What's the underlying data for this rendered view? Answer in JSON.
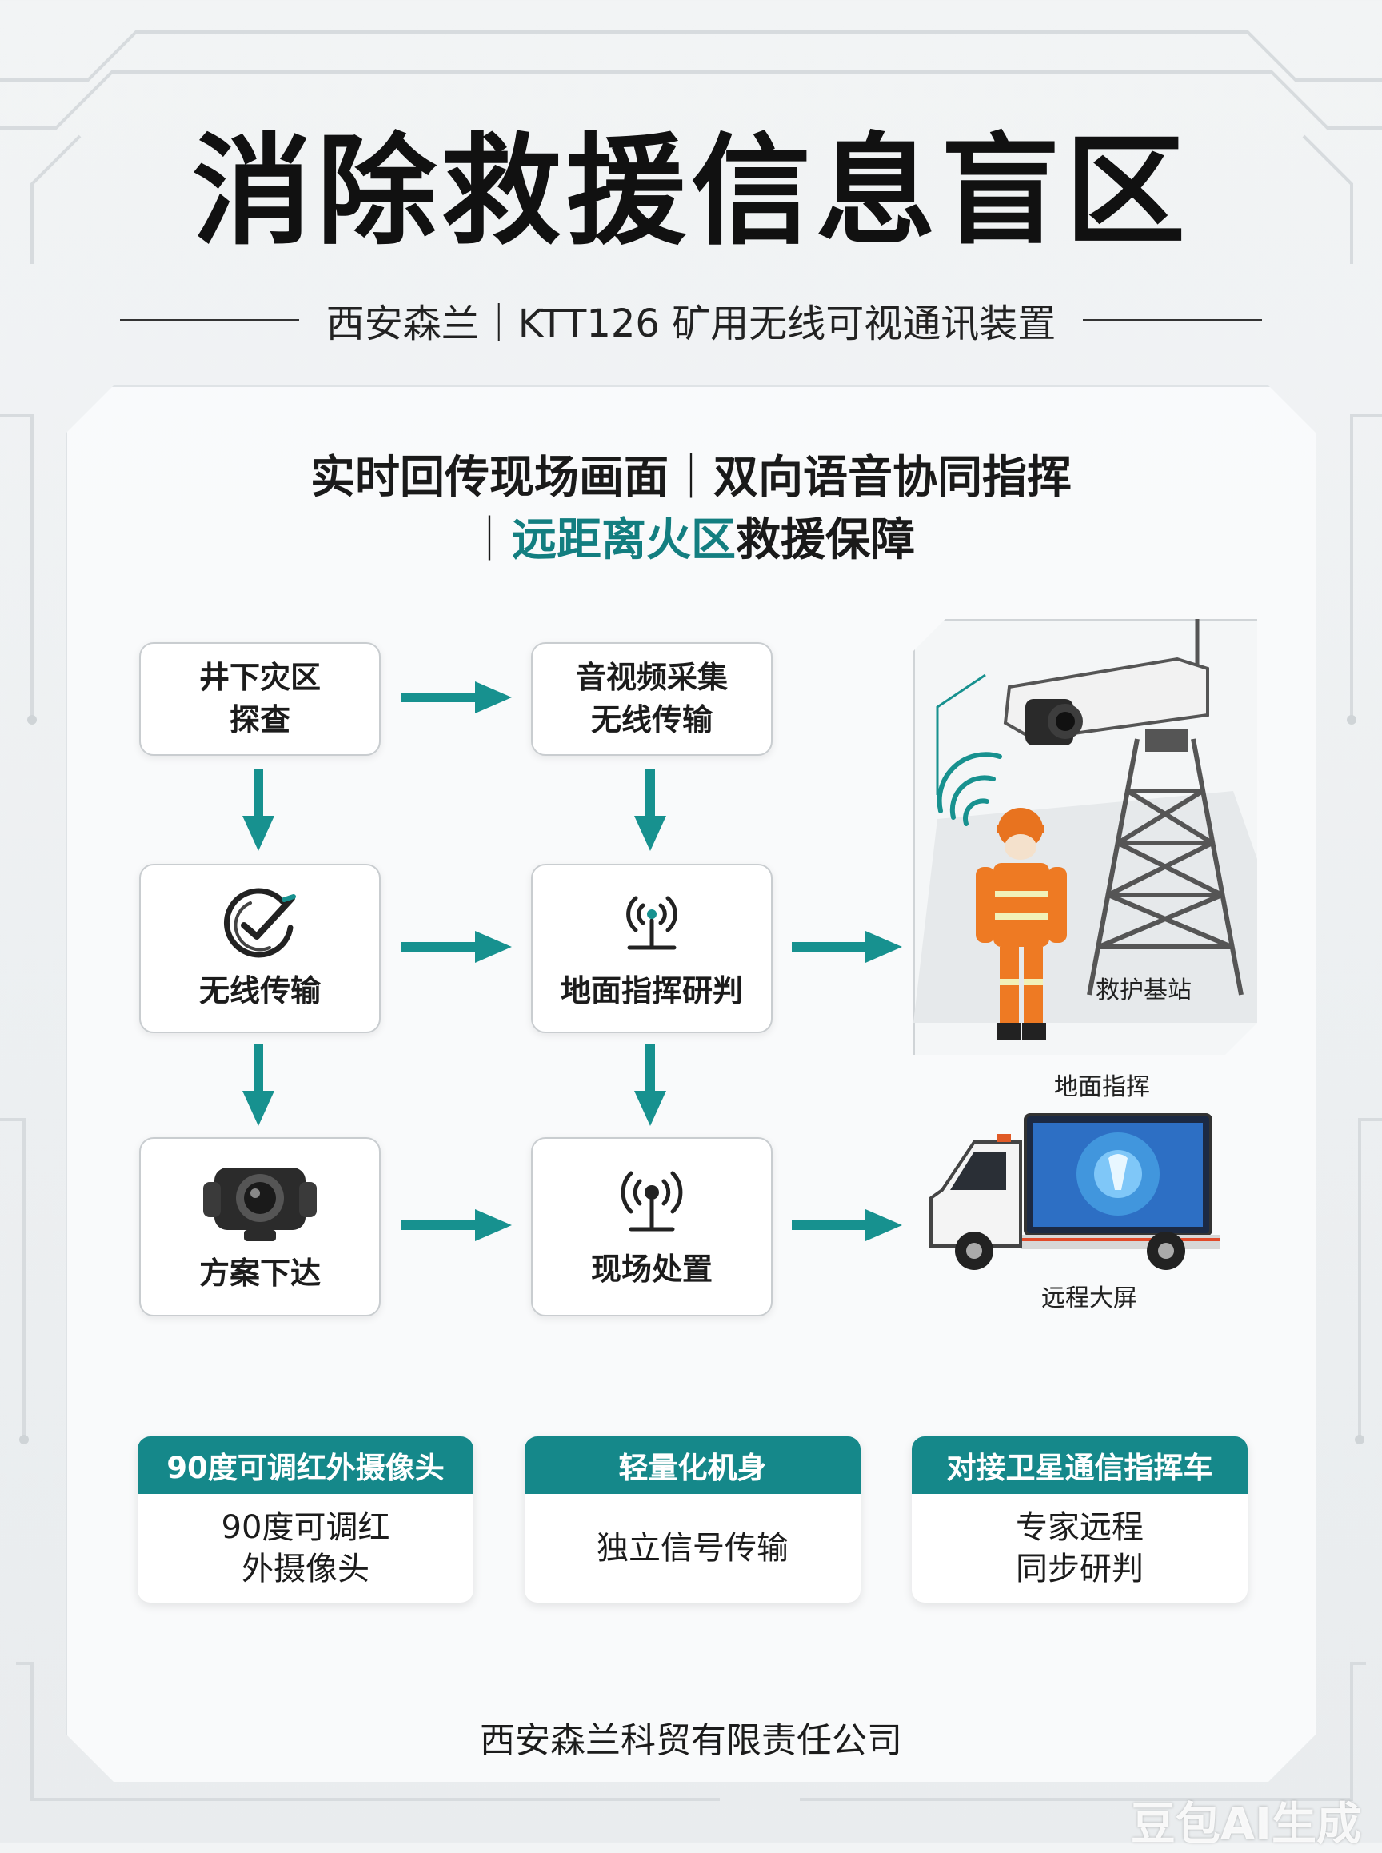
{
  "header": {
    "title": "消除救援信息盲区",
    "subtitle": "西安森兰｜KTT126 矿用无线可视通讯装置"
  },
  "tagline": {
    "line1_part1": "实时回传现场画面",
    "line1_sep": "｜",
    "line1_part2": "双向语音协同指挥",
    "line2_sep": "｜",
    "line2_teal": "远距离火区",
    "line2_rest": "救援保障"
  },
  "flow": {
    "box1": "井下灾区\n探查",
    "box2": "音视频采集\n无线传输",
    "box3": "无线传输",
    "box4": "地面指挥研判",
    "box5": "方案下达",
    "box6": "现场处置",
    "icons": [
      "check-circle-icon",
      "signal-tower-icon",
      "camera-icon",
      "broadcast-icon"
    ]
  },
  "illustration": {
    "station_label": "救护基站",
    "ground_command_label": "地面指挥",
    "remote_screen_label": "远程大屏"
  },
  "features": [
    {
      "head": "90度可调红外摄像头",
      "body": "90度可调红\n外摄像头"
    },
    {
      "head": "轻量化机身",
      "body": "独立信号传输"
    },
    {
      "head": "对接卫星通信指挥车",
      "body": "专家远程\n同步研判"
    }
  ],
  "footer": {
    "company": "西安森兰科贸有限责任公司",
    "watermark": "豆包AI生成"
  },
  "colors": {
    "accent_teal": "#15888a",
    "arrow_teal": "#17918f",
    "title": "#111111"
  }
}
